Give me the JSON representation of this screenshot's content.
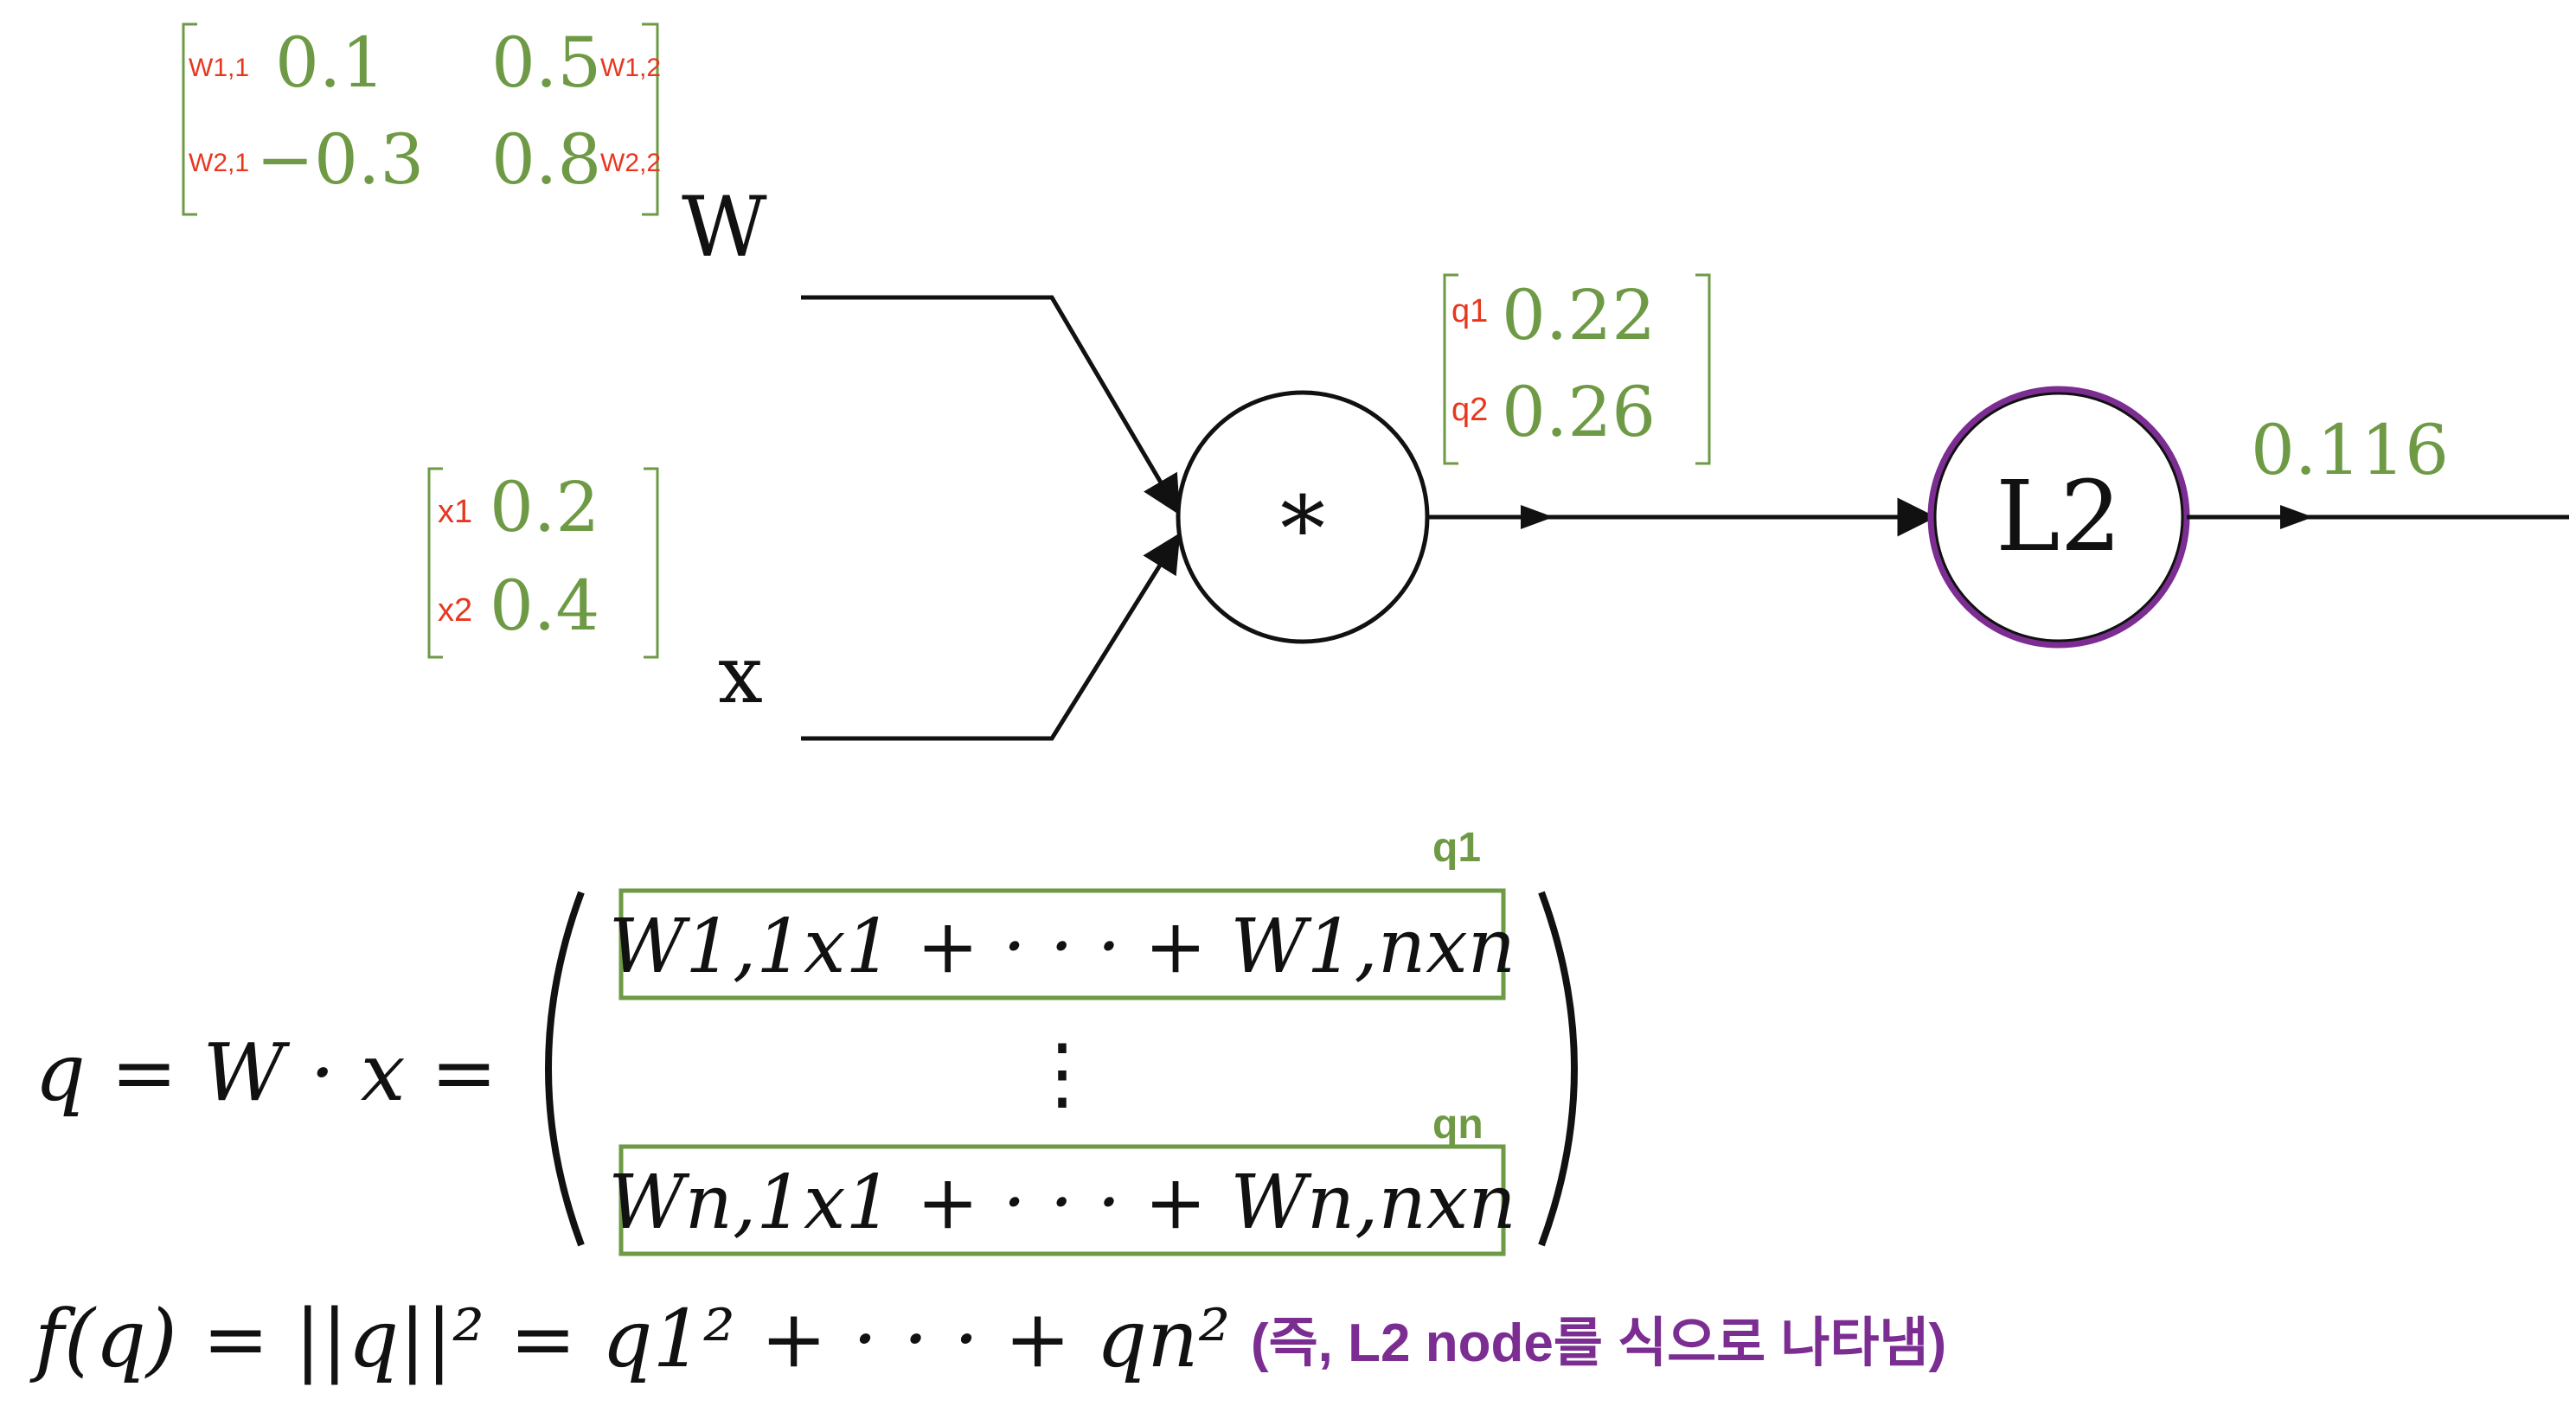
{
  "weights": {
    "name": "W",
    "cells": [
      {
        "label": "W1,1",
        "value": "0.1"
      },
      {
        "label": "W1,2",
        "value": "0.5"
      },
      {
        "label": "W2,1",
        "value": "−0.3"
      },
      {
        "label": "W2,2",
        "value": "0.8"
      }
    ]
  },
  "input": {
    "name": "x",
    "cells": [
      {
        "label": "x1",
        "value": "0.2"
      },
      {
        "label": "x2",
        "value": "0.4"
      }
    ]
  },
  "multiply_node": {
    "symbol": "*"
  },
  "intermediate": {
    "cells": [
      {
        "label": "q1",
        "value": "0.22"
      },
      {
        "label": "q2",
        "value": "0.26"
      }
    ]
  },
  "l2_node": {
    "label": "L2",
    "ring_color": "#7b2d92"
  },
  "output_value": "0.116",
  "equation": {
    "lhs": "q = W · x =",
    "row1_tag": "q1",
    "row1": "W1,1x1 + · · · + W1,nxn",
    "dots": "⋮",
    "rown_tag": "qn",
    "rown": "Wn,1x1 + · · · + Wn,nxn",
    "f_line": "f(q) = ||q||² = q1² + · · · + qn²"
  },
  "note": "(즉, L2 node를 식으로 나타냄)",
  "colors": {
    "value_green": "#6e9a45",
    "label_red": "#e8371e",
    "accent_purple": "#7b2d92"
  }
}
